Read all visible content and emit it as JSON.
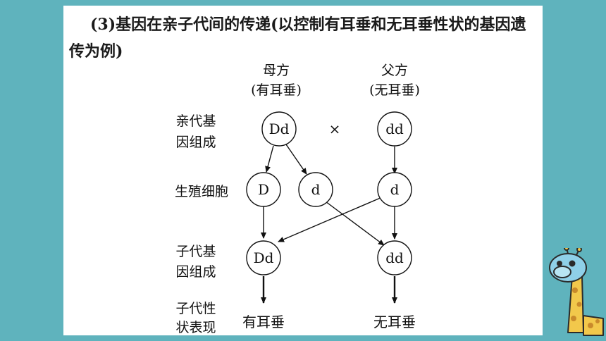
{
  "title": "(3)基因在亲子代间的传递(以控制有耳垂和无耳垂性状的基因遗传为例)",
  "columns": {
    "mother": {
      "label": "母方",
      "trait": "(有耳垂)"
    },
    "father": {
      "label": "父方",
      "trait": "(无耳垂)"
    }
  },
  "row_labels": {
    "parent_genotype": [
      "亲代基",
      "因组成"
    ],
    "gametes": "生殖细胞",
    "offspring_genotype": [
      "子代基",
      "因组成"
    ],
    "offspring_phenotype": [
      "子代性",
      "状表现"
    ]
  },
  "nodes": {
    "mother_parent": "Dd",
    "father_parent": "dd",
    "cross": "×",
    "gamete_m1": "D",
    "gamete_m2": "d",
    "gamete_f": "d",
    "child_1": "Dd",
    "child_2": "dd"
  },
  "phenotypes": {
    "child_1": "有耳垂",
    "child_2": "无耳垂"
  },
  "colors": {
    "background": "#5fb3bd",
    "panel": "#ffffff",
    "ink": "#111111"
  }
}
